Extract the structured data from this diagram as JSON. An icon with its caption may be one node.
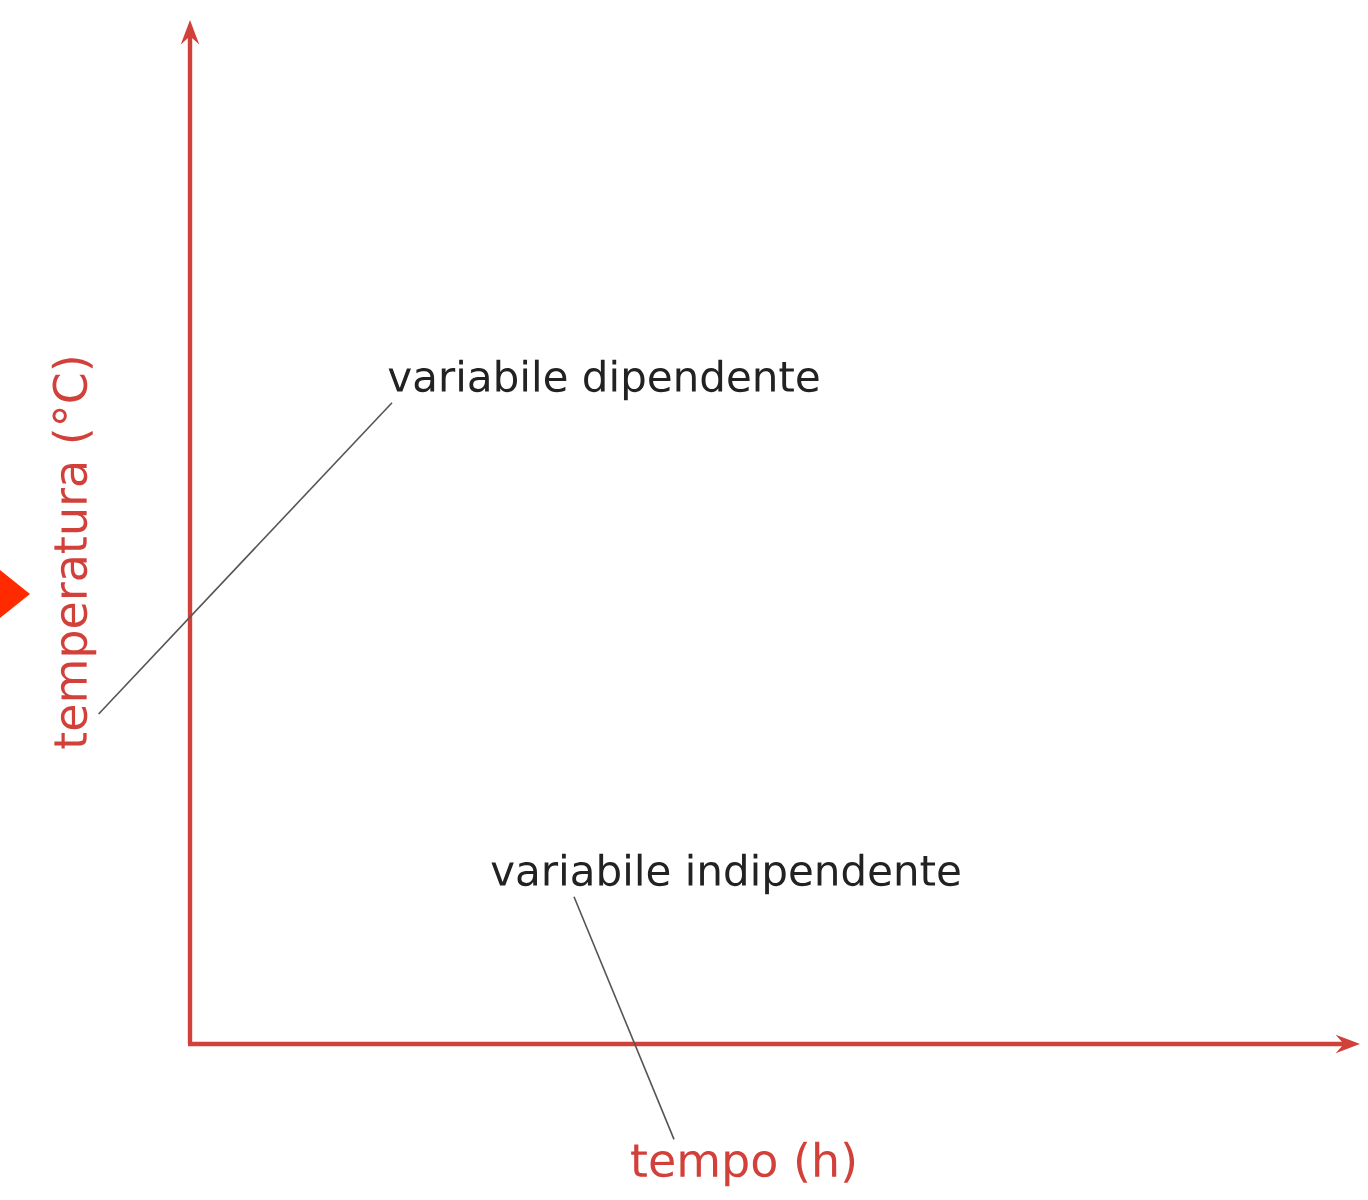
{
  "diagram": {
    "nodes": [
      {
        "text": [
          "variabile dipendente"
        ]
      },
      {
        "text": [
          "temperatura (°C)"
        ]
      },
      {
        "text": [
          "variabile indipendente"
        ]
      },
      {
        "text": [
          "tempo (h)"
        ]
      }
    ],
    "edges": [
      {
        "from": 0,
        "to": 1,
        "arrow": "none"
      },
      {
        "from": 2,
        "to": 3,
        "arrow": "none"
      }
    ]
  }
}
